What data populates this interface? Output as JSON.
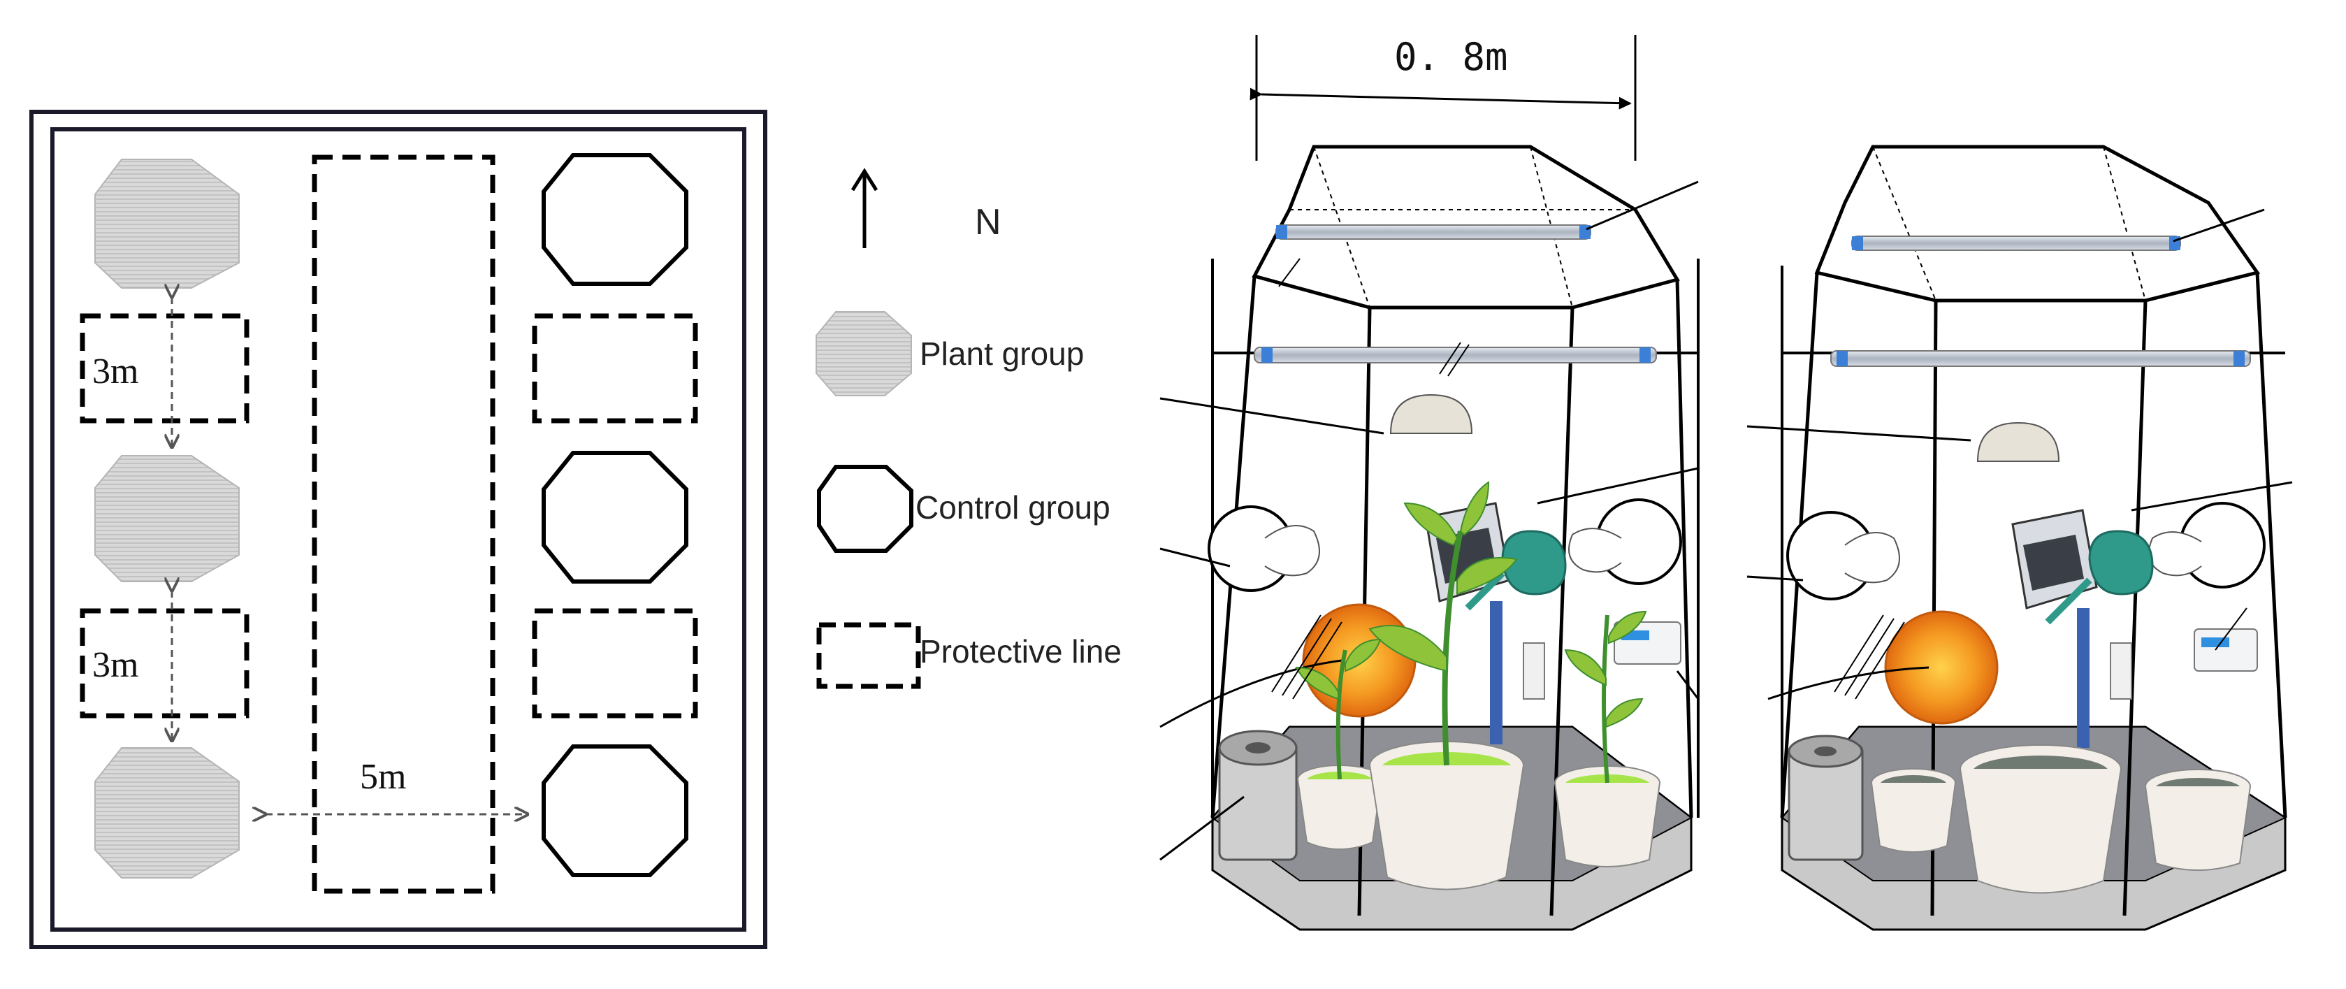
{
  "layout_plan": {
    "dim_3m_upper": "3m",
    "dim_3m_lower": "3m",
    "dim_5m": "5m"
  },
  "legend": {
    "north": "N",
    "plant_group": "Plant group",
    "control_group": "Control group",
    "protective_line": "Protective line"
  },
  "chamber": {
    "width_label": "0. 8m"
  },
  "colors": {
    "stroke": "#000000",
    "plant_fill": "#d9d9d9",
    "plant_stripe": "#bdbdbd",
    "floor": "#c9c9c9",
    "leaf": "#8fc43a",
    "leaf_dark": "#3f8f2e",
    "soil_green": "#a6e44a",
    "soil_grey": "#6f7a72",
    "pot": "#f3efe8",
    "heater": "#f08a1c",
    "watering_can": "#2f9a8a",
    "stem_blue": "#3a62b0",
    "tube": "#b8c0cc",
    "tube_cap": "#3b7fd6"
  }
}
